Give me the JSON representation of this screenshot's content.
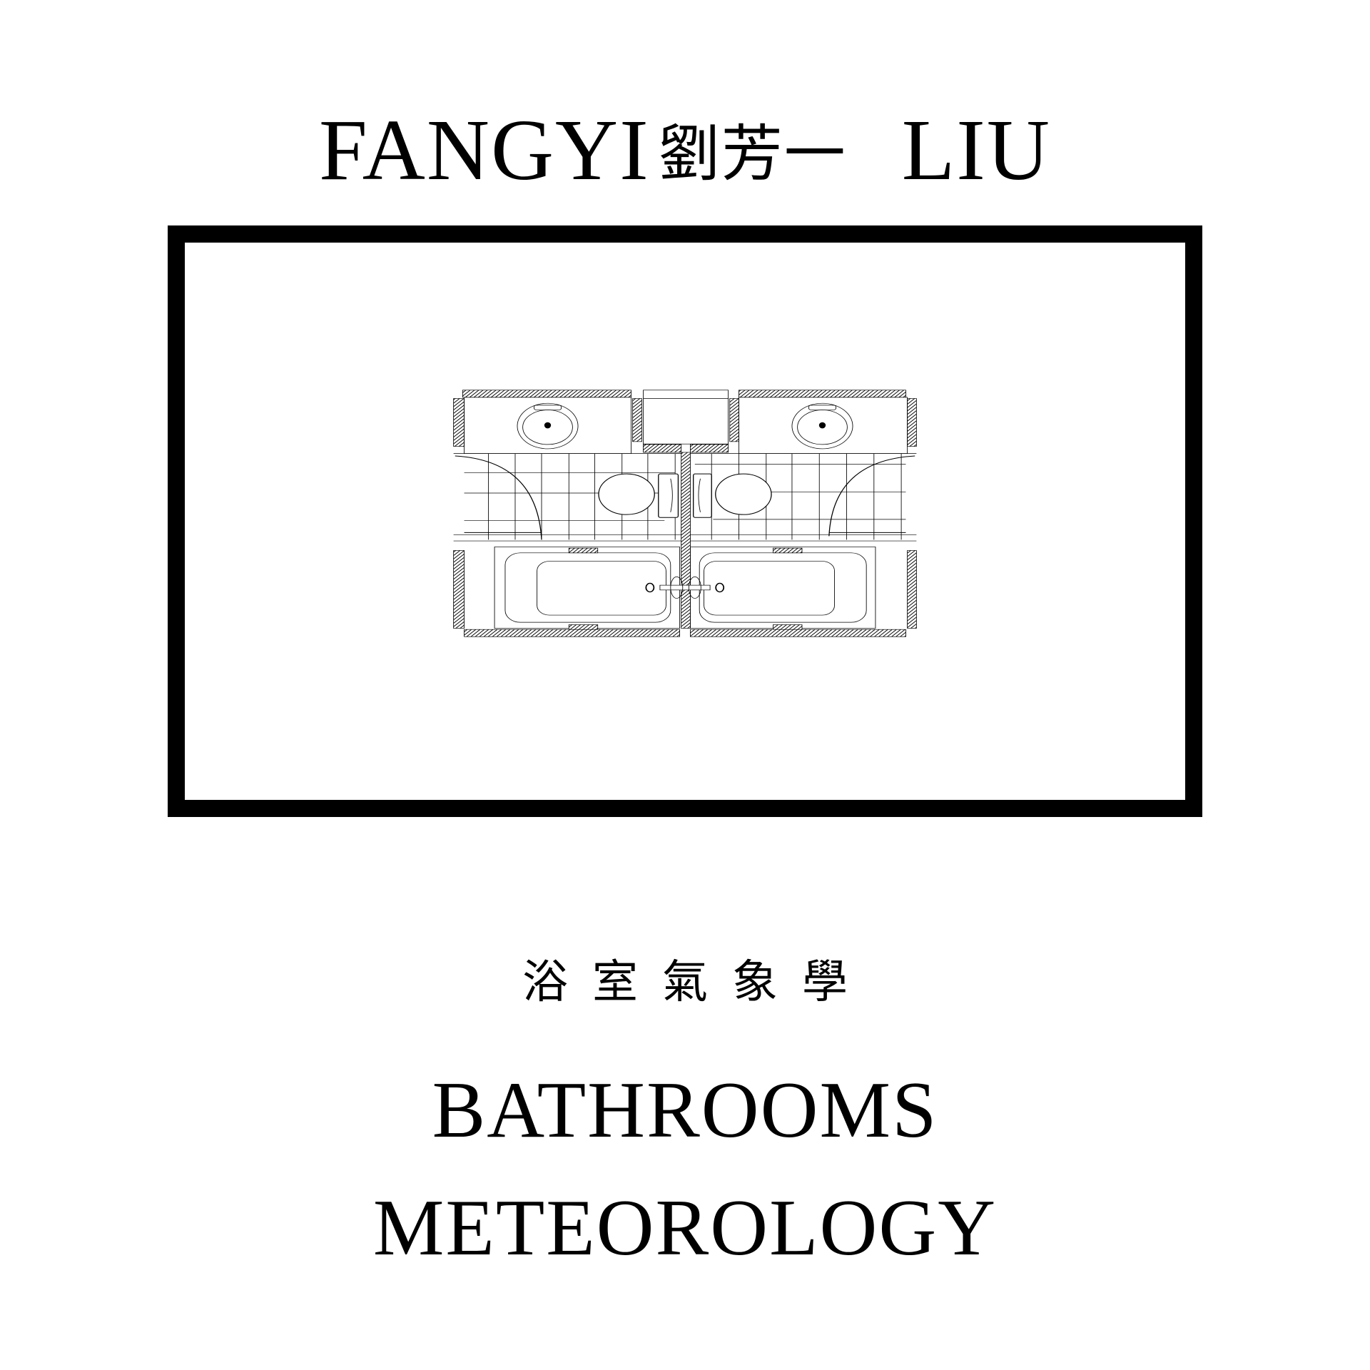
{
  "cover": {
    "author_first": "FANGYI",
    "author_chinese": "劉芳一",
    "author_last": "LIU",
    "title_chinese": "浴室氣象學",
    "title_line1": "BATHROOMS",
    "title_line2": "METEOROLOGY"
  },
  "illustration": {
    "icon": "bathroom-floor-plan",
    "colors": {
      "ink": "#000000",
      "paper": "#ffffff"
    }
  }
}
